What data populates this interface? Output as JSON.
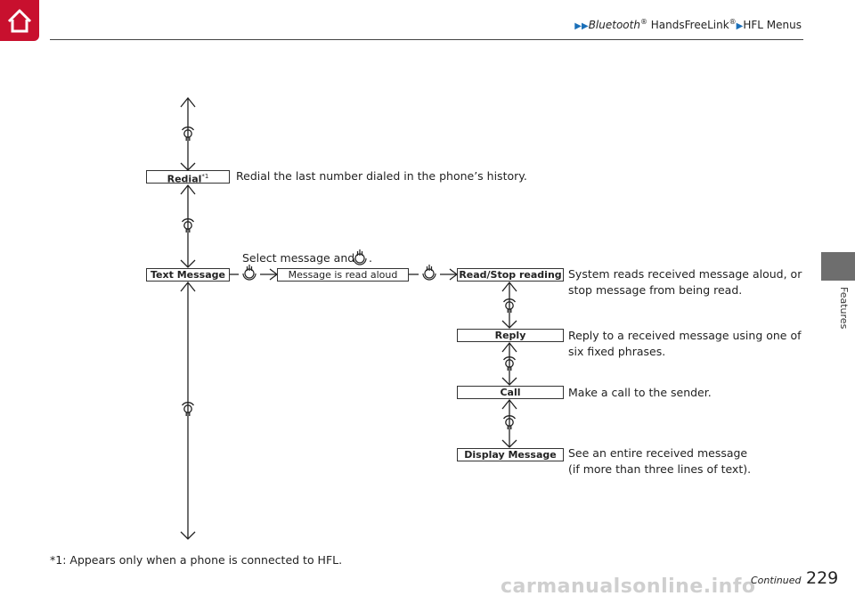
{
  "header": {
    "breadcrumb_1": "Bluetooth",
    "breadcrumb_1_reg": "®",
    "breadcrumb_2": " HandsFreeLink",
    "breadcrumb_2_reg": "®",
    "breadcrumb_3": "HFL Menus",
    "home_icon": "home-icon"
  },
  "side_tab": {
    "label": "Features"
  },
  "diagram": {
    "redial_label": "Redial",
    "redial_note": "*1",
    "redial_desc": "Redial the last number dialed in the phone’s history.",
    "select_prompt": "Select message and",
    "select_prompt_end": ".",
    "text_message_label": "Text Message",
    "message_read_label": "Message is read aloud",
    "read_stop_label": "Read/Stop reading",
    "read_stop_desc_1": "System reads received message aloud, or",
    "read_stop_desc_2": "stop message from being read.",
    "reply_label": "Reply",
    "reply_desc_1": "Reply to a received message using one of",
    "reply_desc_2": "six fixed phrases.",
    "call_label": "Call",
    "call_desc": "Make a call to the sender.",
    "display_label": "Display Message",
    "display_desc_1": "See an entire received message",
    "display_desc_2": "(if more than three lines of text).",
    "icons": [
      "scroll-knob-icon",
      "press-knob-icon"
    ]
  },
  "footer": {
    "footnote": "*1: Appears only when a phone is connected to HFL.",
    "continued": "Continued",
    "page_number": "229",
    "watermark": "carmanualsonline.info"
  },
  "colors": {
    "home_red": "#c8102e",
    "breadcrumb_blue": "#1a6fb8",
    "tab_grey": "#6e6e6e"
  }
}
